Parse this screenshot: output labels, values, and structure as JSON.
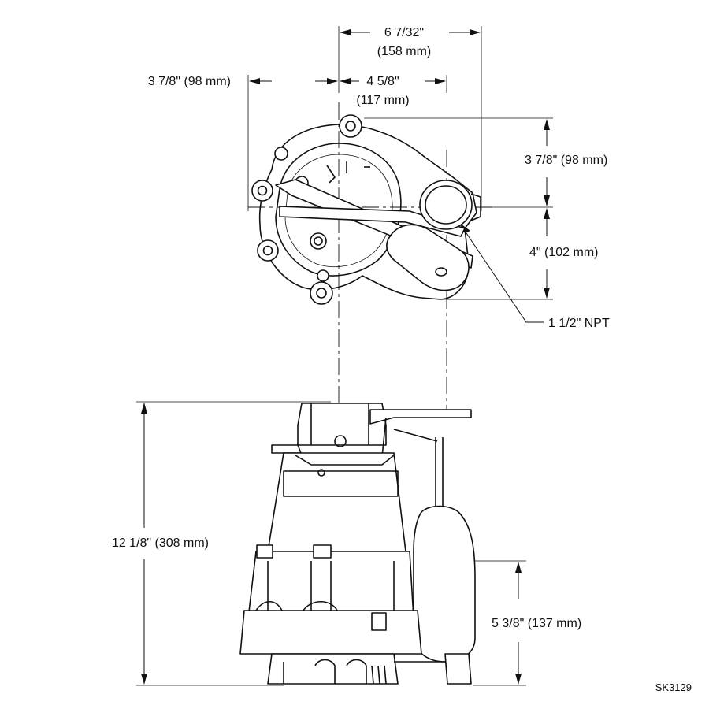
{
  "drawing_id": "SK3129",
  "top_view": {
    "overall_width": {
      "inches": "6 7/32\"",
      "metric": "(158 mm)"
    },
    "left_offset": "3 7/8\" (98 mm)",
    "right_offset": {
      "inches": "4 5/8\"",
      "metric": "(117 mm)"
    },
    "upper_height": "3 7/8\" (98 mm)",
    "lower_height": "4\" (102 mm)",
    "discharge_label": "1 1/2\" NPT"
  },
  "side_view": {
    "overall_height": "12 1/8\" (308 mm)",
    "switch_height": "5 3/8\" (137 mm)"
  }
}
